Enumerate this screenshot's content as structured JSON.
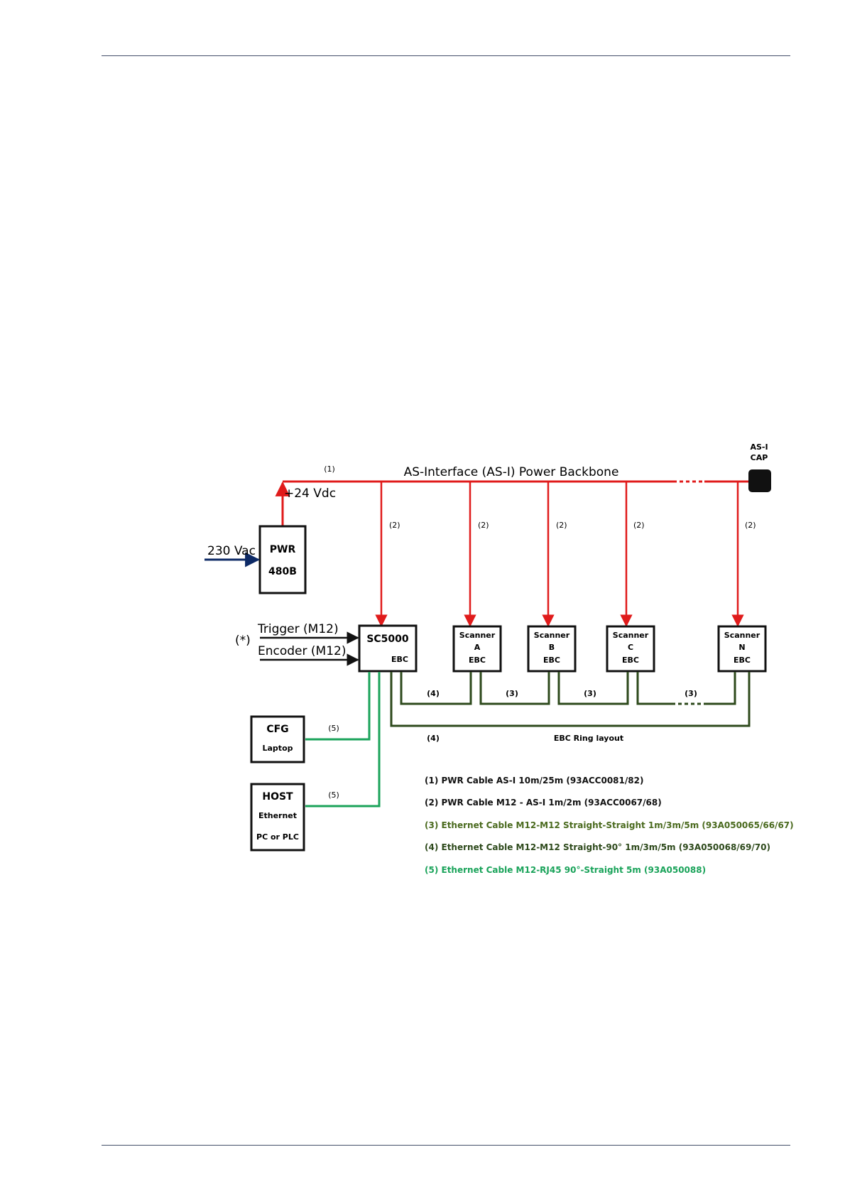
{
  "colors": {
    "power": "#e01b1b",
    "ring": "#2e4a1c",
    "host": "#1aa35a",
    "input230": "#0d2a66",
    "legend3": "#4a6a1e",
    "legend4": "#2e4a1c",
    "legend5": "#1aa35a",
    "box": "#111111"
  },
  "diagram": {
    "backbone_label": "AS-Interface (AS-I) Power Backbone",
    "backbone_cable_tag": "(1)",
    "cap_label_line1": "AS-I",
    "cap_label_line2": "CAP",
    "plus24": "+24 Vdc",
    "vac230": "230 Vac",
    "pwr_line1": "PWR",
    "pwr_line2": "480B",
    "drop_tag": "(2)",
    "trigger": "Trigger (M12)",
    "encoder": "Encoder (M12)",
    "asterisk": "(*)",
    "sc_title": "SC5000",
    "sc_sub": "EBC",
    "scanners": [
      {
        "title": "Scanner",
        "id": "A",
        "sub": "EBC"
      },
      {
        "title": "Scanner",
        "id": "B",
        "sub": "EBC"
      },
      {
        "title": "Scanner",
        "id": "C",
        "sub": "EBC"
      },
      {
        "title": "Scanner",
        "id": "N",
        "sub": "EBC"
      }
    ],
    "ring_tag_4": "(4)",
    "ring_tag_3": "(3)",
    "ring_tag_4_bottom": "(4)",
    "ring_layout_label": "EBC Ring layout",
    "cfg_line1": "CFG",
    "cfg_line2": "Laptop",
    "host_line1": "HOST",
    "host_line2": "Ethernet",
    "host_line3": "PC or PLC",
    "host_tag": "(5)"
  },
  "legend": [
    "(1) PWR Cable AS-I 10m/25m (93ACC0081/82)",
    "(2) PWR Cable M12 - AS-I 1m/2m (93ACC0067/68)",
    "(3) Ethernet Cable M12-M12 Straight-Straight 1m/3m/5m (93A050065/66/67)",
    "(4) Ethernet Cable M12-M12 Straight-90° 1m/3m/5m (93A050068/69/70)",
    "(5) Ethernet Cable M12-RJ45 90°-Straight 5m (93A050088)"
  ]
}
